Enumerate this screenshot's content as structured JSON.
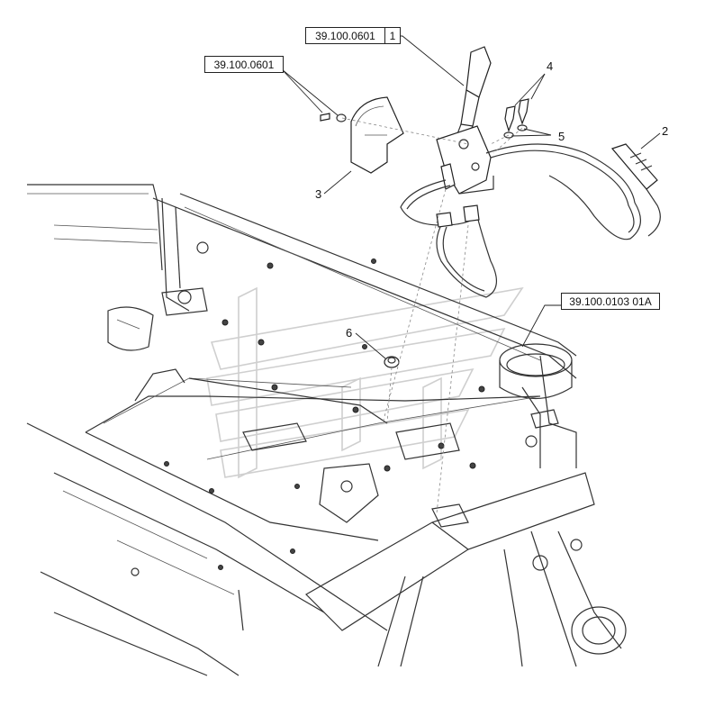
{
  "diagram": {
    "reference_boxes": [
      {
        "id": "ref-top",
        "text": "39.100.0601"
      },
      {
        "id": "ref-top-index",
        "text": "1"
      },
      {
        "id": "ref-left",
        "text": "39.100.0601"
      },
      {
        "id": "ref-right",
        "text": "39.100.0103 01A"
      }
    ],
    "callouts": {
      "c1": "2",
      "c2": "3",
      "c3": "4",
      "c4": "5",
      "c5": "6"
    }
  }
}
